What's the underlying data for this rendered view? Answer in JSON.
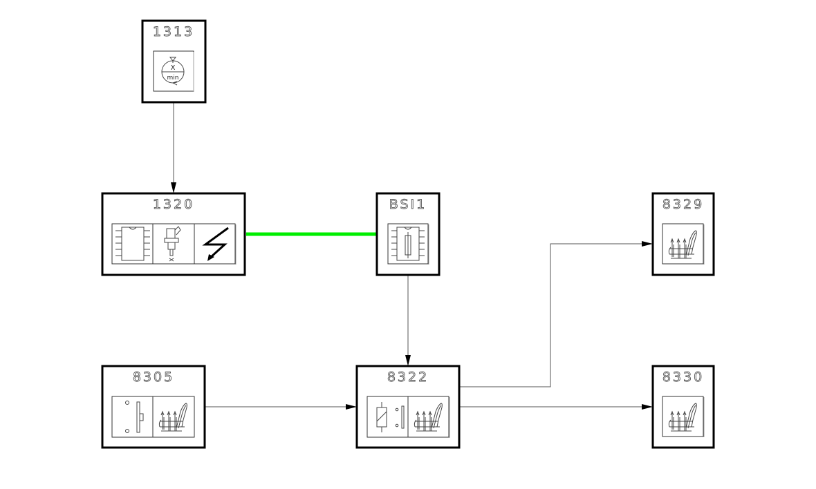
{
  "diagram": {
    "title": "Heated seat system block diagram",
    "colors": {
      "bus_line": "#00ee00",
      "frame": "#000000",
      "wire": "#555555",
      "background": "#ffffff"
    },
    "nodes": [
      {
        "id": "1313",
        "label": "1313",
        "icons": [
          "engine-speed-sensor-icon"
        ]
      },
      {
        "id": "1320",
        "label": "1320",
        "icons": [
          "ecu-chip-icon",
          "injector-icon",
          "ignition-icon"
        ]
      },
      {
        "id": "BSI1",
        "label": "BSI1",
        "icons": [
          "fuse-chip-icon"
        ]
      },
      {
        "id": "8329",
        "label": "8329",
        "icons": [
          "heated-seat-icon"
        ]
      },
      {
        "id": "8305",
        "label": "8305",
        "icons": [
          "switch-icon",
          "heated-seat-icon"
        ]
      },
      {
        "id": "8322",
        "label": "8322",
        "icons": [
          "relay-icon",
          "heated-seat-icon"
        ]
      },
      {
        "id": "8330",
        "label": "8330",
        "icons": [
          "heated-seat-icon"
        ]
      }
    ],
    "icon_text": {
      "speed_sensor_top": "X",
      "speed_sensor_bottom": "min"
    },
    "connections": [
      {
        "from": "1313",
        "to": "1320",
        "type": "signal"
      },
      {
        "from": "1320",
        "to": "BSI1",
        "type": "bus"
      },
      {
        "from": "BSI1",
        "to": "8322",
        "type": "signal"
      },
      {
        "from": "8305",
        "to": "8322",
        "type": "signal"
      },
      {
        "from": "8322",
        "to": "8329",
        "type": "signal"
      },
      {
        "from": "8322",
        "to": "8330",
        "type": "signal"
      }
    ]
  }
}
